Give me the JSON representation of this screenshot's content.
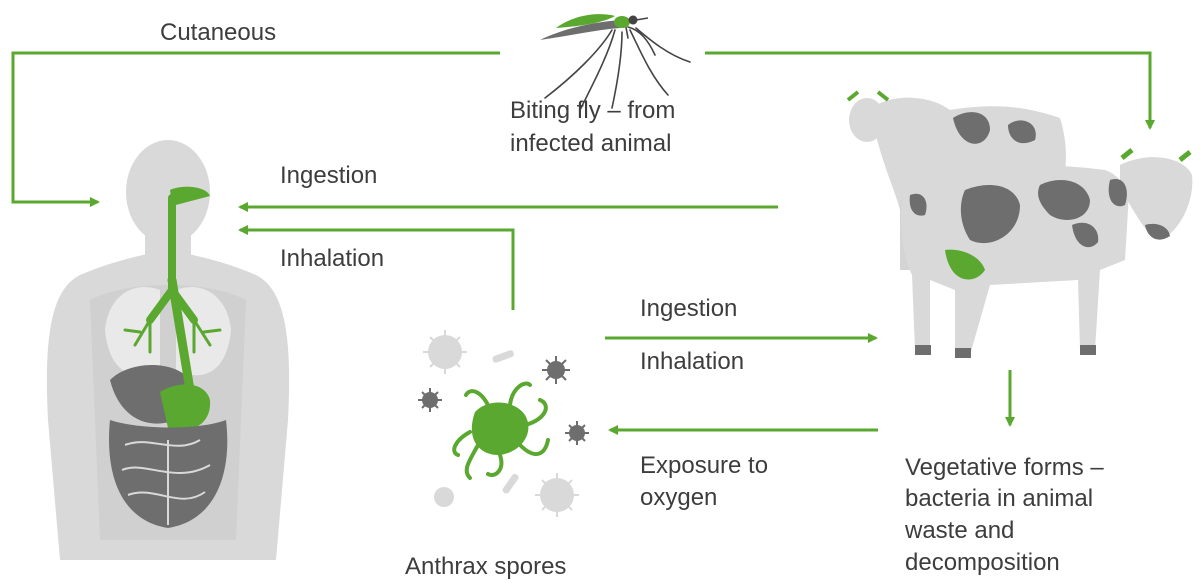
{
  "labels": {
    "cutaneous": "Cutaneous",
    "biting_fly_line1": "Biting fly – from",
    "biting_fly_line2": "infected animal",
    "ingestion_human": "Ingestion",
    "inhalation_human": "Inhalation",
    "ingestion_animal": "Ingestion",
    "inhalation_animal": "Inhalation",
    "exposure_line1": "Exposure to",
    "exposure_line2": "oxygen",
    "vegetative_line1": "Vegetative forms –",
    "vegetative_line2": "bacteria in animal",
    "vegetative_line3": "waste and",
    "vegetative_line4": "decomposition",
    "anthrax_spores": "Anthrax spores"
  },
  "colors": {
    "accent_green": "#5aa82f",
    "silhouette_light": "#d9d9d9",
    "silhouette_mid": "#c4c4c4",
    "silhouette_dark": "#6e6e6e",
    "text": "#3d3d3d"
  }
}
